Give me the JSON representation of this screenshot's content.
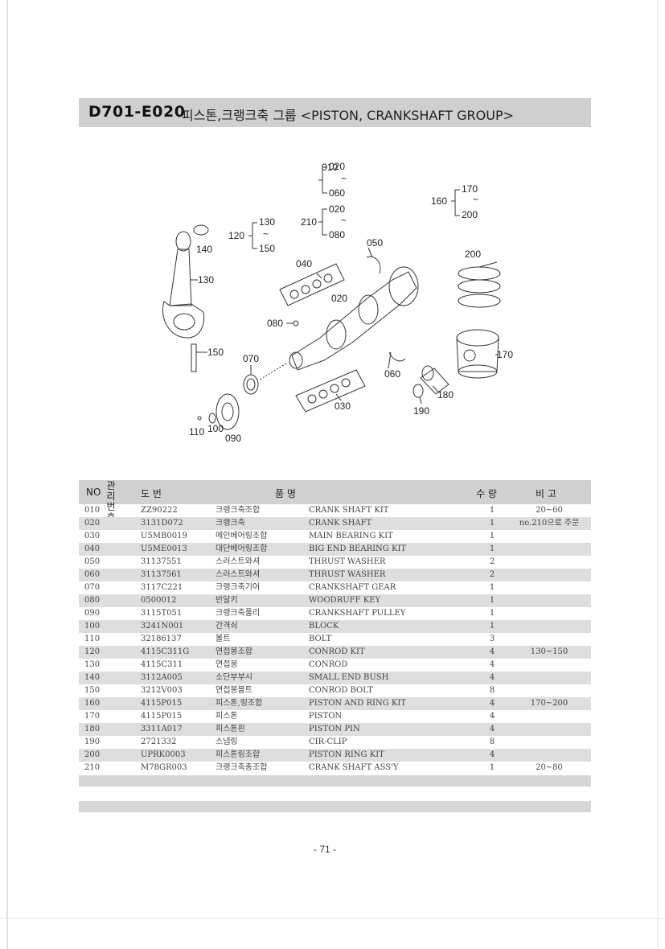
{
  "header": {
    "code": "D701-E020",
    "title": "피스톤,크랭크축 그룹 <PISTON, CRANKSHAFT GROUP>"
  },
  "diagram": {
    "callouts": [
      "010",
      "020",
      "060",
      "210",
      "020",
      "080",
      "160",
      "170",
      "200",
      "120",
      "130",
      "150",
      "140",
      "130",
      "150",
      "040",
      "050",
      "200",
      "020",
      "080",
      "070",
      "060",
      "170",
      "180",
      "190",
      "030",
      "110",
      "100",
      "090"
    ],
    "range_mark": "~"
  },
  "table": {
    "headers": {
      "no": "NO",
      "mgmt_top": "관리",
      "mgmt_bottom": "번호",
      "part": "도    번",
      "name": "품         명",
      "qty": "수  량",
      "remark": "비  고"
    },
    "rows": [
      {
        "no": "010",
        "part": "ZZ90222",
        "kr": "크랭크축조합",
        "en": "CRANK SHAFT KIT",
        "qty": "1",
        "remark": "20~60"
      },
      {
        "no": "020",
        "part": "3131D072",
        "kr": "크랭크축",
        "en": "CRANK SHAFT",
        "qty": "1",
        "remark": "no.210으로 주문"
      },
      {
        "no": "030",
        "part": "U5MB0019",
        "kr": "메인베어링조합",
        "en": "MAIN BEARING KIT",
        "qty": "1",
        "remark": ""
      },
      {
        "no": "040",
        "part": "U5ME0013",
        "kr": "대단베어링조합",
        "en": "BIG END BEARING KIT",
        "qty": "1",
        "remark": ""
      },
      {
        "no": "050",
        "part": "31137551",
        "kr": "스러스트와셔",
        "en": "THRUST WASHER",
        "qty": "2",
        "remark": ""
      },
      {
        "no": "060",
        "part": "31137561",
        "kr": "스러스트와셔",
        "en": "THRUST WASHER",
        "qty": "2",
        "remark": ""
      },
      {
        "no": "070",
        "part": "3117C221",
        "kr": "크랭크축기어",
        "en": "CRANKSHAFT GEAR",
        "qty": "1",
        "remark": ""
      },
      {
        "no": "080",
        "part": "0500012",
        "kr": "반달키",
        "en": "WOODRUFF KEY",
        "qty": "1",
        "remark": ""
      },
      {
        "no": "090",
        "part": "3115T051",
        "kr": "크랭크축풀리",
        "en": "CRANKSHAFT PULLEY",
        "qty": "1",
        "remark": ""
      },
      {
        "no": "100",
        "part": "3241N001",
        "kr": "간격쇠",
        "en": "BLOCK",
        "qty": "1",
        "remark": ""
      },
      {
        "no": "110",
        "part": "32186137",
        "kr": "볼트",
        "en": "BOLT",
        "qty": "3",
        "remark": ""
      },
      {
        "no": "120",
        "part": "4115C311G",
        "kr": "연접봉조합",
        "en": "CONROD KIT",
        "qty": "4",
        "remark": "130~150"
      },
      {
        "no": "130",
        "part": "4115C311",
        "kr": "연접봉",
        "en": "CONROD",
        "qty": "4",
        "remark": ""
      },
      {
        "no": "140",
        "part": "3112A005",
        "kr": "소단부부시",
        "en": "SMALL END BUSH",
        "qty": "4",
        "remark": ""
      },
      {
        "no": "150",
        "part": "3212V003",
        "kr": "연접봉볼트",
        "en": "CONROD BOLT",
        "qty": "8",
        "remark": ""
      },
      {
        "no": "160",
        "part": "4115P015",
        "kr": "피스톤,링조합",
        "en": "PISTON AND RING KIT",
        "qty": "4",
        "remark": "170~200"
      },
      {
        "no": "170",
        "part": "4115P015",
        "kr": "피스톤",
        "en": "PISTON",
        "qty": "4",
        "remark": ""
      },
      {
        "no": "180",
        "part": "3311A017",
        "kr": "피스톤핀",
        "en": "PISTON PIN",
        "qty": "4",
        "remark": ""
      },
      {
        "no": "190",
        "part": "2721332",
        "kr": "스냅링",
        "en": "CIR-CLIP",
        "qty": "8",
        "remark": ""
      },
      {
        "no": "200",
        "part": "UPRK0003",
        "kr": "피스톤링조합",
        "en": "PISTON RING KIT",
        "qty": "4",
        "remark": ""
      },
      {
        "no": "210",
        "part": "M78GR003",
        "kr": "크랭크축총조합",
        "en": "CRANK SHAFT ASS'Y",
        "qty": "1",
        "remark": "20~80"
      }
    ]
  },
  "footer": {
    "page": "- 71 -"
  }
}
